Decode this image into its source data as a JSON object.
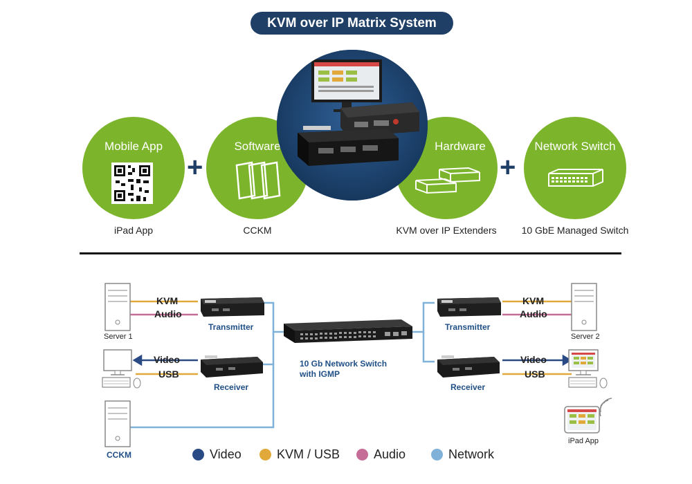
{
  "title": "KVM over IP Matrix System",
  "components": [
    {
      "title": "Mobile App",
      "caption": "iPad App"
    },
    {
      "title": "Software",
      "caption": "CCKM"
    },
    {
      "title": "Hardware",
      "caption": "KVM over IP Extenders"
    },
    {
      "title": "Network Switch",
      "caption": "10 GbE Managed Switch"
    }
  ],
  "diagram": {
    "server1": "Server 1",
    "server2": "Server 2",
    "kvm": "KVM",
    "audio": "Audio",
    "video": "Video",
    "usb": "USB",
    "transmitter": "Transmitter",
    "receiver": "Receiver",
    "switch_line1": "10 Gb Network Switch",
    "switch_line2": "with IGMP",
    "cckm": "CCKM",
    "ipad_app": "iPad App"
  },
  "legend": [
    {
      "label": "Video",
      "color": "#2a4a86"
    },
    {
      "label": "KVM / USB",
      "color": "#e0a93a"
    },
    {
      "label": "Audio",
      "color": "#c56d96"
    },
    {
      "label": "Network",
      "color": "#7fb1d9"
    }
  ]
}
